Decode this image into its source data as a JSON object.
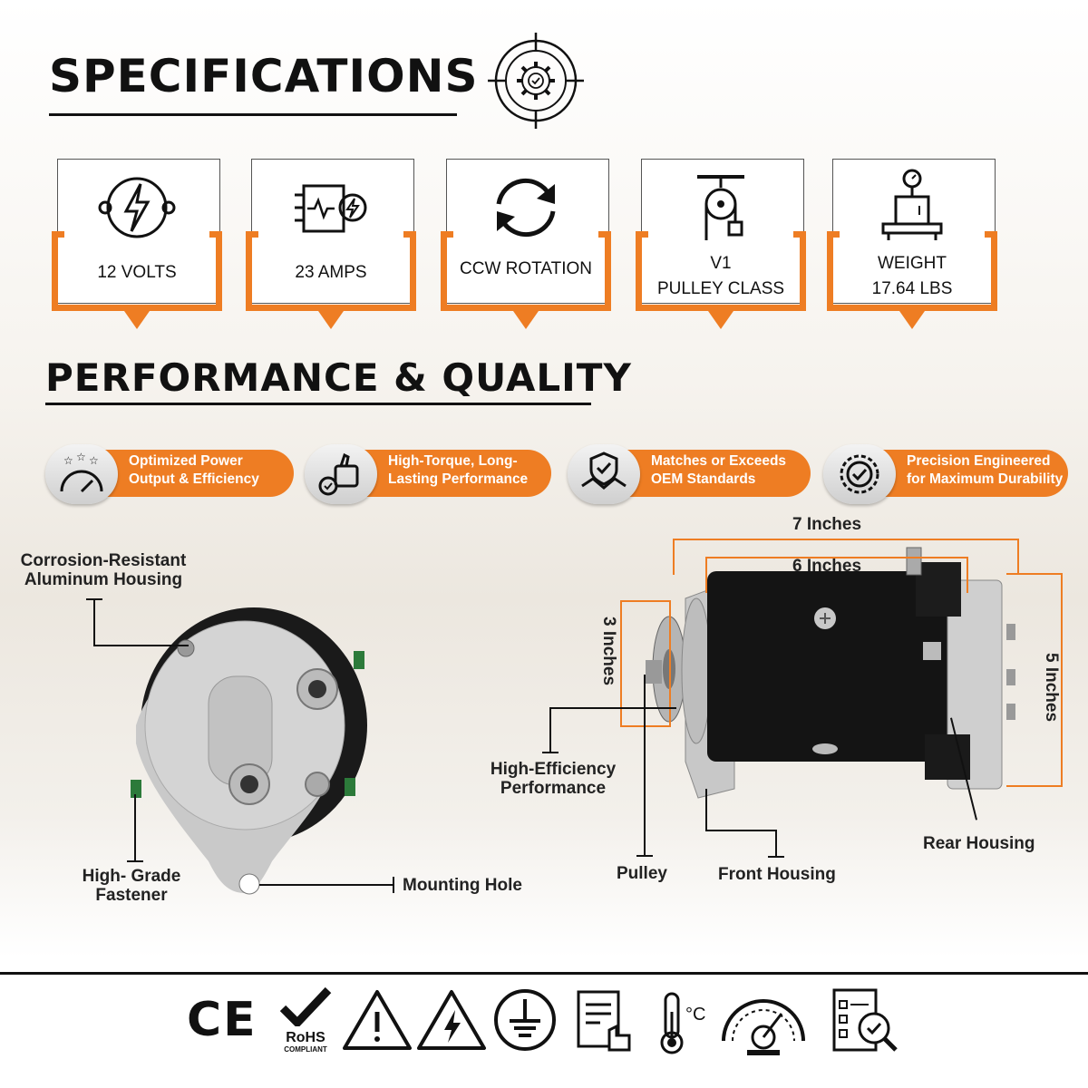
{
  "specifications": {
    "title": "SPECIFICATIONS",
    "cards": [
      {
        "lines": [
          "12 VOLTS"
        ],
        "icon": "voltage-icon"
      },
      {
        "lines": [
          "23 AMPS"
        ],
        "icon": "amperage-icon"
      },
      {
        "lines": [
          "CCW ROTATION"
        ],
        "icon": "rotation-icon"
      },
      {
        "lines": [
          "V1",
          "PULLEY CLASS"
        ],
        "icon": "pulley-icon"
      },
      {
        "lines": [
          "WEIGHT",
          "17.64 LBS"
        ],
        "icon": "weight-scale-icon"
      }
    ]
  },
  "performance": {
    "title": "PERFORMANCE & QUALITY",
    "badges": [
      {
        "lines": [
          "Optimized Power",
          "Output & Efficiency"
        ],
        "icon": "gauge-stars-icon"
      },
      {
        "lines": [
          "High-Torque, Long-",
          "Lasting Performance"
        ],
        "icon": "thumbs-up-icon"
      },
      {
        "lines": [
          "Matches or Exceeds",
          "OEM Standards"
        ],
        "icon": "handshake-shield-icon"
      },
      {
        "lines": [
          "Precision Engineered",
          "for Maximum Durability"
        ],
        "icon": "quality-seal-icon"
      }
    ]
  },
  "callouts": {
    "housing": [
      "Corrosion-Resistant",
      "Aluminum Housing"
    ],
    "fastener": [
      "High- Grade",
      "Fastener"
    ],
    "mounting_hole": "Mounting Hole",
    "efficiency": [
      "High-Efficiency",
      "Performance"
    ],
    "pulley": "Pulley",
    "front_housing": "Front Housing",
    "rear_housing": "Rear Housing"
  },
  "dimensions": {
    "length_overall": "7 Inches",
    "length_body": "6 Inches",
    "pulley_height": "3 Inches",
    "body_height": "5 Inches"
  },
  "footer": {
    "ce": "CE",
    "rohs": "RoHS",
    "rohs_sub": "COMPLIANT",
    "temp_unit": "°C",
    "icons": [
      "ce-mark-icon",
      "rohs-icon",
      "warning-icon",
      "high-voltage-icon",
      "ground-icon",
      "manual-icon",
      "temperature-icon",
      "gauge-icon",
      "inspection-checklist-icon"
    ]
  },
  "colors": {
    "accent": "#ee7d23",
    "text": "#111111"
  }
}
